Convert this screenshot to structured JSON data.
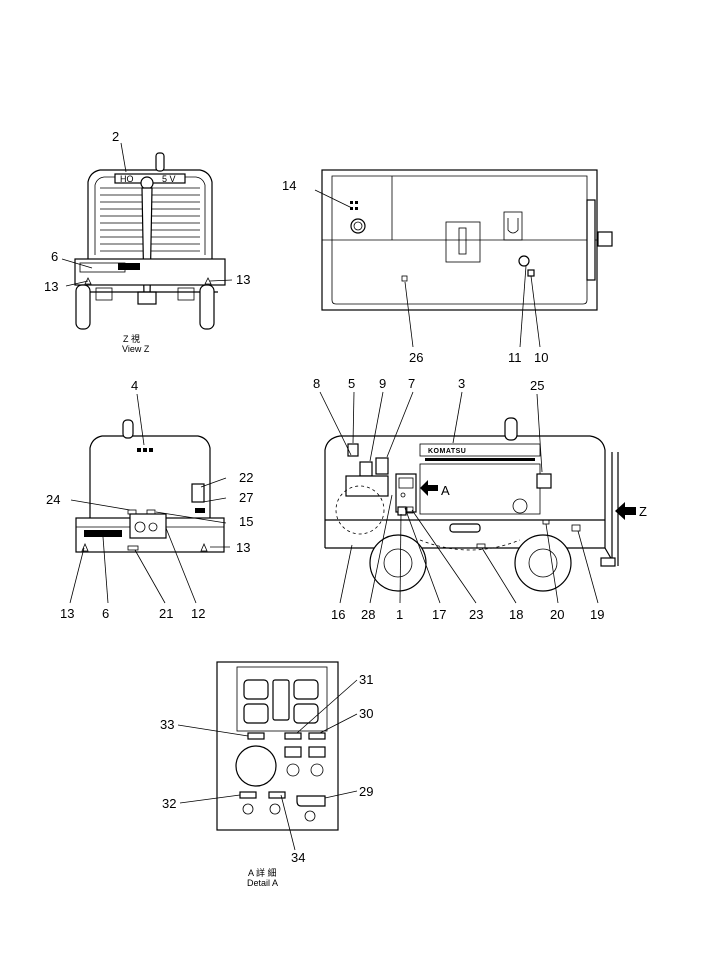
{
  "views": {
    "view_z": {
      "caption_line1": "Z 視",
      "caption_line2": "View Z",
      "plate_text_left": "HO",
      "plate_text_right": "5 V",
      "callouts": [
        "2",
        "6",
        "13",
        "13"
      ]
    },
    "top_view": {
      "callouts": [
        "14",
        "26",
        "11",
        "10"
      ]
    },
    "rear_view": {
      "callouts": [
        "4",
        "22",
        "24",
        "27",
        "15",
        "13",
        "13",
        "6",
        "21",
        "12"
      ]
    },
    "side_view": {
      "brand_text": "KOMATSU",
      "arrow_a_label": "A",
      "arrow_z_label": "Z",
      "callouts_top": [
        "8",
        "5",
        "9",
        "7",
        "3",
        "25"
      ],
      "callouts_bottom": [
        "16",
        "28",
        "1",
        "17",
        "23",
        "18",
        "20",
        "19"
      ]
    },
    "detail_a": {
      "caption_line1": "A 詳 細",
      "caption_line2": "Detail A",
      "callouts": [
        "31",
        "30",
        "33",
        "32",
        "29",
        "34"
      ]
    }
  }
}
